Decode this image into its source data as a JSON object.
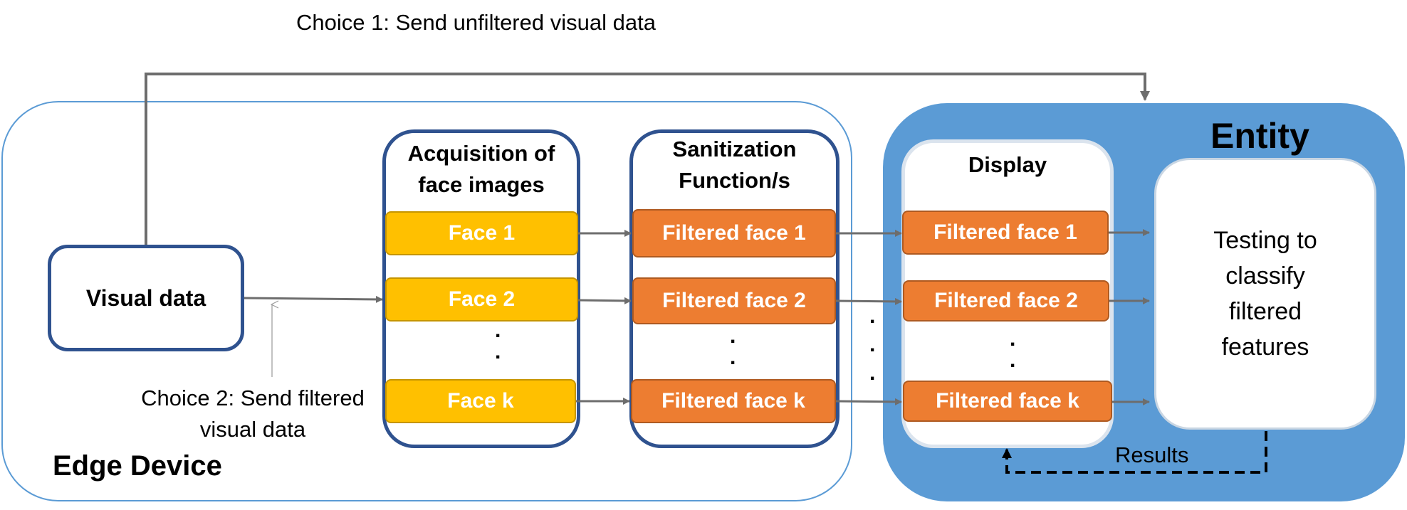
{
  "choice1": {
    "label": "Choice 1: Send unfiltered visual data"
  },
  "choice2": {
    "line1": "Choice 2: Send filtered",
    "line2": "visual data"
  },
  "edge_device": {
    "label": "Edge Device"
  },
  "entity": {
    "label": "Entity"
  },
  "visual_data": {
    "label": "Visual data"
  },
  "acquisition": {
    "title_line1": "Acquisition of",
    "title_line2": "face images",
    "faces": [
      "Face 1",
      "Face 2",
      "Face k"
    ]
  },
  "sanitization": {
    "title_line1": "Sanitization",
    "title_line2": "Function/s",
    "faces": [
      "Filtered face 1",
      "Filtered face 2",
      "Filtered face k"
    ]
  },
  "display": {
    "title": "Display",
    "faces": [
      "Filtered face 1",
      "Filtered face 2",
      "Filtered face k"
    ]
  },
  "testing": {
    "lines": [
      "Testing to",
      "classify",
      "filtered",
      "features"
    ]
  },
  "results": {
    "label": "Results"
  },
  "colors": {
    "edge_border": "#5b9bd5",
    "entity_fill": "#5b9bd5",
    "column_border": "#2f528f",
    "face_fill": "#ffc000",
    "filtered_fill": "#ed7d31",
    "arrow": "#6d6d6d"
  }
}
